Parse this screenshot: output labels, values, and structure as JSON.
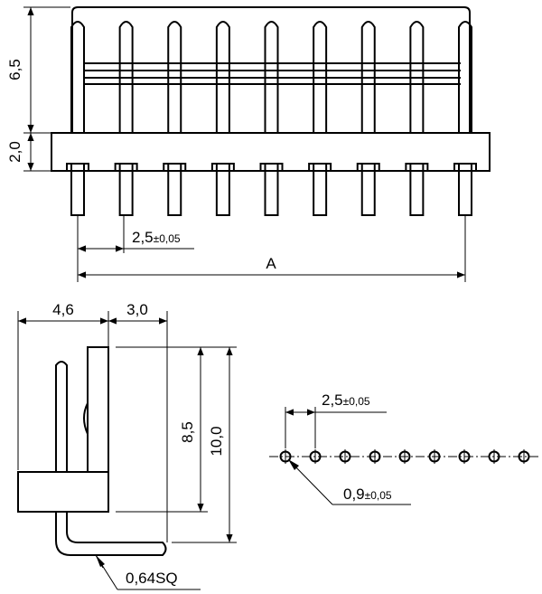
{
  "drawing": {
    "front_view": {
      "dim_height_above": "6,5",
      "dim_height_body": "2,0",
      "dim_pitch_main": "2,5",
      "dim_pitch_tol": "±0,05",
      "dim_overall": "A",
      "pin_count": 9
    },
    "side_view": {
      "dim_offset": "4,6",
      "dim_depth": "3,0",
      "dim_height_inner": "8,5",
      "dim_height_total": "10,0",
      "dim_pin": "0,64SQ"
    },
    "hole_pattern": {
      "dim_pitch_main": "2,5",
      "dim_pitch_tol": "±0,05",
      "dim_hole_main": "0,9",
      "dim_hole_tol": "±0,05",
      "hole_count": 9
    }
  }
}
